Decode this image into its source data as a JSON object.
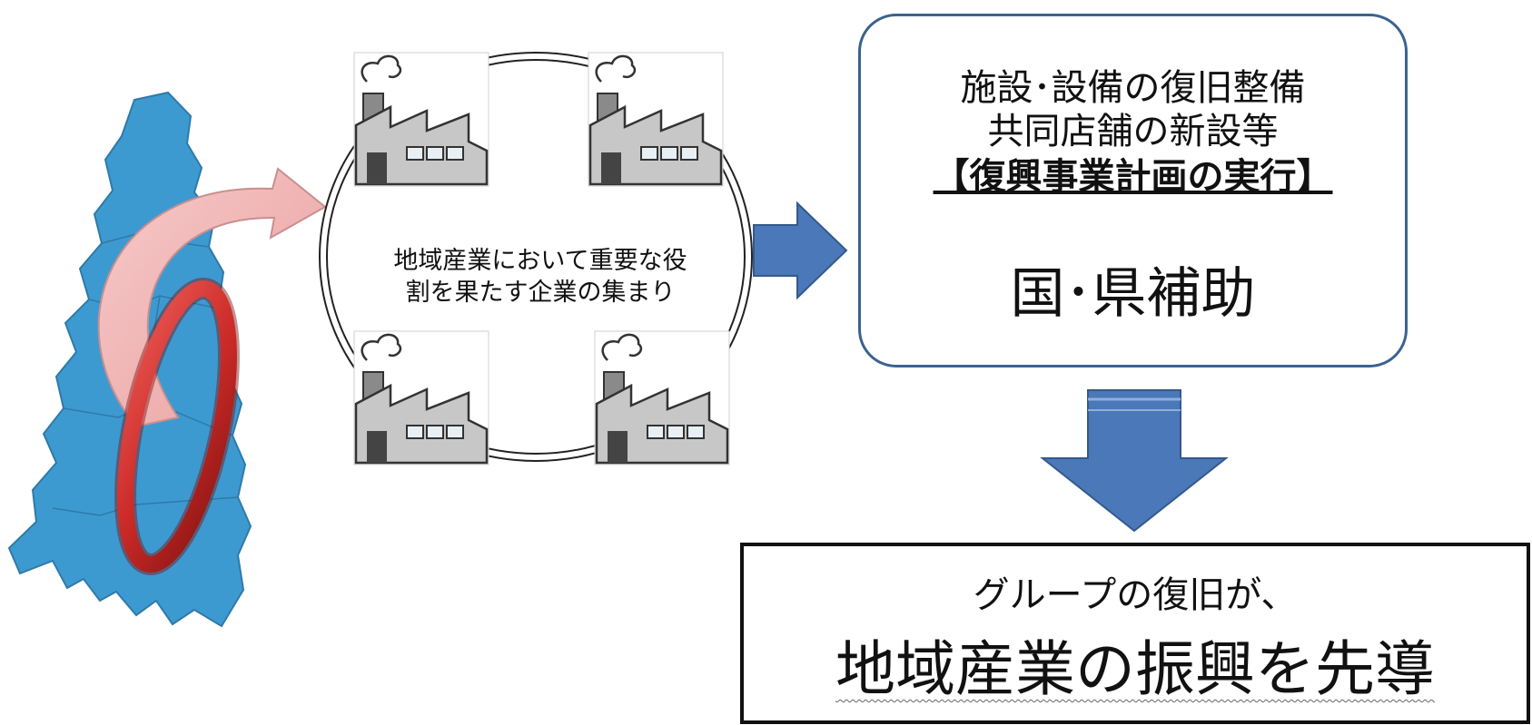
{
  "cluster": {
    "label_line_1": "地域産業において重要な役",
    "label_line_2": "割を果たす企業の集まり"
  },
  "info_box": {
    "line_1": "施設･設備の復旧整備",
    "line_2": "共同店舗の新設等",
    "line_3": "【復興事業計画の実行】",
    "support": "国･県補助"
  },
  "result_box": {
    "line_1": "グループの復旧が、",
    "line_2": "地域産業の振興を先導"
  },
  "colors": {
    "map_fill": "#3d9ad0",
    "map_stroke": "#2e7aa8",
    "highlight_ring": "#cc2b28",
    "curved_arrow": "#f2b6b6",
    "block_arrow": "#4a78b8",
    "box_border": "#3b6290"
  },
  "icons": [
    "factory-icon",
    "curved-arrow-icon",
    "right-arrow-icon",
    "down-arrow-icon",
    "region-map-icon",
    "highlight-ring-icon"
  ]
}
